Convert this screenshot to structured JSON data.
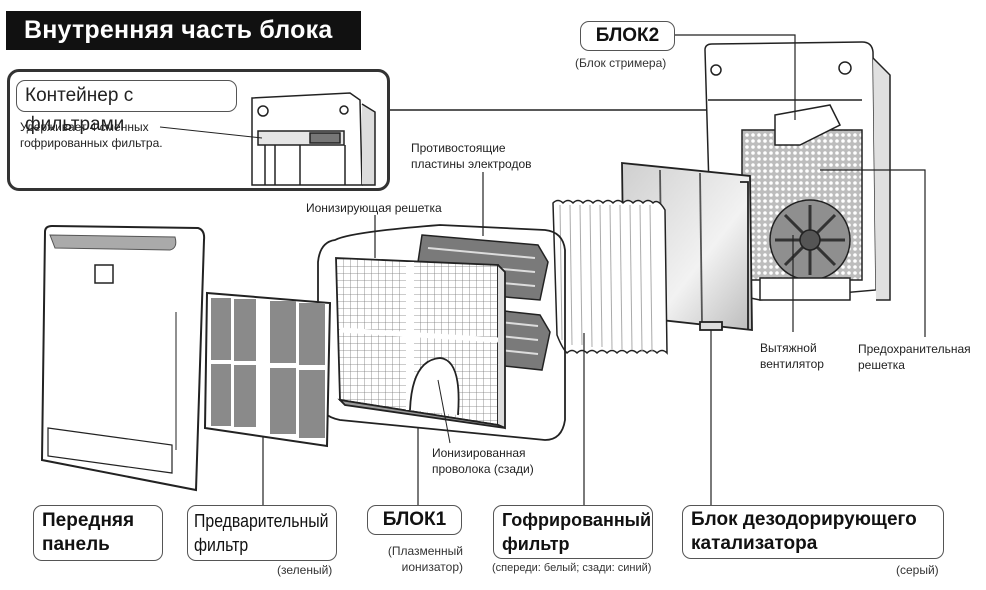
{
  "title": "Внутренняя часть блока",
  "inset": {
    "label": "Контейнер с фильтрами",
    "description_line1": "Удерживает 4 сменных",
    "description_line2": "гофрированных фильтра."
  },
  "block2": {
    "label": "БЛОК2",
    "sublabel": "(Блок стримера)"
  },
  "callouts": {
    "electrode_plates_line1": "Противостоящие",
    "electrode_plates_line2": "пластины электродов",
    "ionizing_grid": "Ионизирующая решетка",
    "ionized_wire_line1": "Ионизированная",
    "ionized_wire_line2": "проволока (сзади)",
    "exhaust_fan_line1": "Вытяжной",
    "exhaust_fan_line2": "вентилятор",
    "safety_grid_line1": "Предохранительная",
    "safety_grid_line2": "решетка"
  },
  "bottom_labels": {
    "front_panel_line1": "Передняя",
    "front_panel_line2": "панель",
    "prefilter_line1": "Предварительный",
    "prefilter_line2": "фильтр",
    "prefilter_note": "(зеленый)",
    "block1": "БЛОК1",
    "block1_note_line1": "(Плазменный",
    "block1_note_line2": "ионизатор)",
    "pleated_filter_line1": "Гофрированный",
    "pleated_filter_line2": "фильтр",
    "pleated_filter_note": "(спереди: белый; сзади: синий)",
    "catalyst_line1": "Блок дезодорирующего",
    "catalyst_line2": "катализатора",
    "catalyst_note": "(серый)"
  },
  "colors": {
    "title_bg": "#111111",
    "title_fg": "#ffffff",
    "filter_gray": "#8a8a8a",
    "line": "#333333"
  }
}
